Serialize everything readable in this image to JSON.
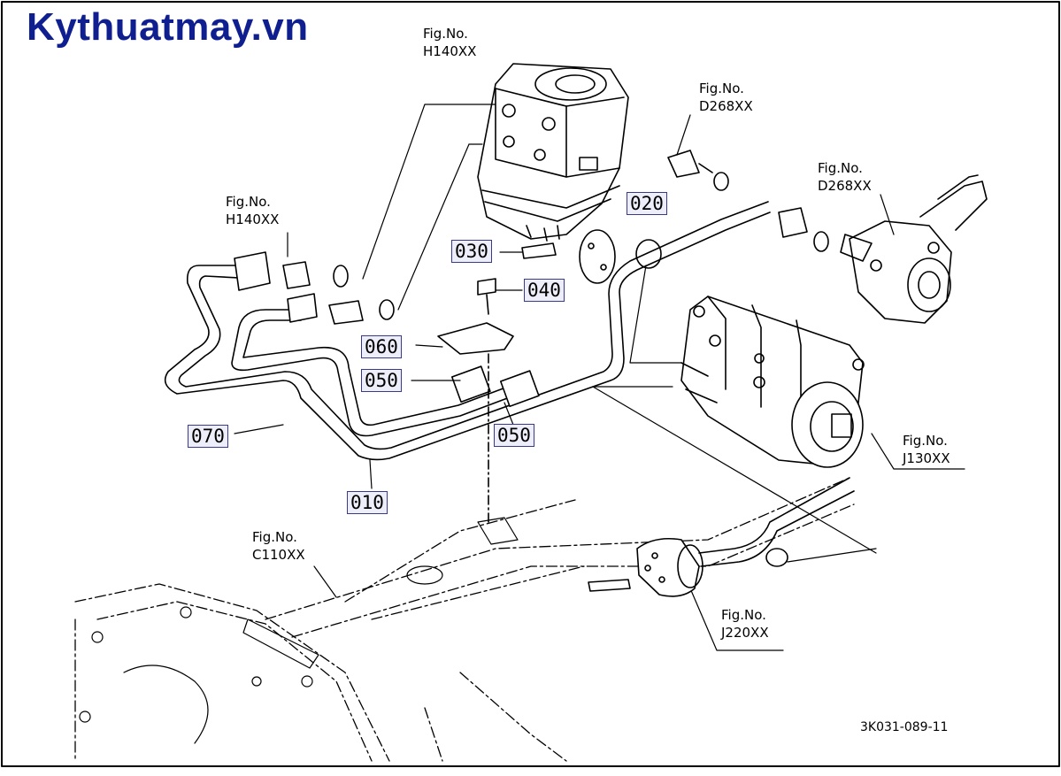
{
  "watermark": "Kythuatmay.vn",
  "references": [
    {
      "id": "ref-h140-top",
      "line1": "Fig.No.",
      "line2": "H140XX"
    },
    {
      "id": "ref-d268-a",
      "line1": "Fig.No.",
      "line2": "D268XX"
    },
    {
      "id": "ref-d268-b",
      "line1": "Fig.No.",
      "line2": "D268XX"
    },
    {
      "id": "ref-h140-left",
      "line1": "Fig.No.",
      "line2": "H140XX"
    },
    {
      "id": "ref-j130",
      "line1": "Fig.No.",
      "line2": "J130XX"
    },
    {
      "id": "ref-c110",
      "line1": "Fig.No.",
      "line2": "C110XX"
    },
    {
      "id": "ref-j220",
      "line1": "Fig.No.",
      "line2": "J220XX"
    }
  ],
  "parts": {
    "p020": "020",
    "p030": "030",
    "p040": "040",
    "p060": "060",
    "p050a": "050",
    "p050b": "050",
    "p070": "070",
    "p010": "010"
  },
  "drawing_code": "3K031-089-11",
  "colors": {
    "logo": "#0f1f8f",
    "label_bg": "#eeeefa",
    "label_border": "#3a3a8a",
    "line": "#000000"
  }
}
